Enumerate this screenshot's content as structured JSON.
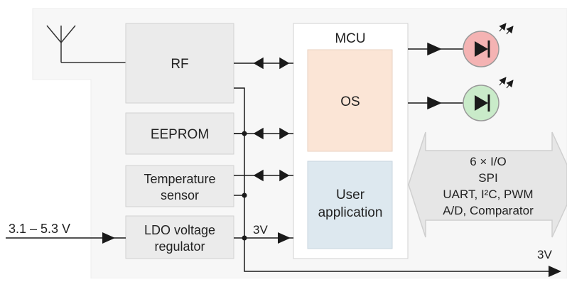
{
  "blocks": {
    "rf": "RF",
    "mcu": "MCU",
    "os": "OS",
    "user_app": [
      "User",
      "application"
    ],
    "eeprom": "EEPROM",
    "temp_sensor": [
      "Temperature",
      "sensor"
    ],
    "ldo": [
      "LDO voltage",
      "regulator"
    ]
  },
  "labels": {
    "input_voltage": "3.1 – 5.3 V",
    "rail_3v_inner": "3V",
    "rail_3v_out": "3V"
  },
  "io": {
    "lines": [
      "6 × I/O",
      "SPI",
      "UART, I²C, PWM",
      "A/D, Comparator"
    ]
  },
  "leds": [
    {
      "name": "red-led",
      "color": "#f4b3b3"
    },
    {
      "name": "green-led",
      "color": "#c9ebc9"
    }
  ],
  "colors": {
    "module_bg": "#f7f7f7",
    "block_fill": "#ebebeb",
    "block_stroke": "#d2d2d2",
    "os_fill": "#fbe5d6",
    "app_fill": "#dde8ef",
    "io_fill": "#e6e6e6",
    "line": "#1a1a1a"
  }
}
